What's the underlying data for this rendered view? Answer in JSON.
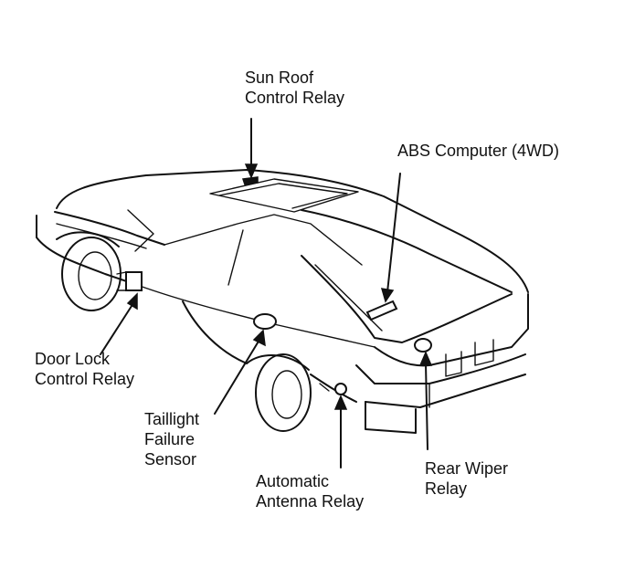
{
  "labels": {
    "sun_roof": [
      "Sun Roof",
      "Control Relay"
    ],
    "abs": [
      "ABS Computer (4WD)"
    ],
    "door_lock": [
      "Door Lock",
      "Control Relay"
    ],
    "taillight": [
      "Taillight",
      "Failure",
      "Sensor"
    ],
    "antenna": [
      "Automatic",
      "Antenna Relay"
    ],
    "rear_wiper": [
      "Rear Wiper",
      "Relay"
    ]
  }
}
